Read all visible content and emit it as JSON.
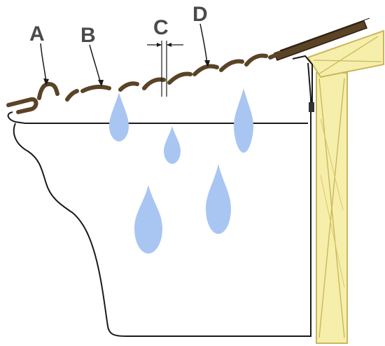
{
  "labels": {
    "a": "A",
    "b": "B",
    "c": "C",
    "d": "D"
  },
  "colors": {
    "outline": "#1a1a1a",
    "guard_fill": "#5b4326",
    "guard_stroke": "#2e1f10",
    "water": "#a9c6f2",
    "wood_fill": "#f6eeab",
    "wood_stroke": "#c9b85a",
    "text": "#4a4a4a"
  }
}
